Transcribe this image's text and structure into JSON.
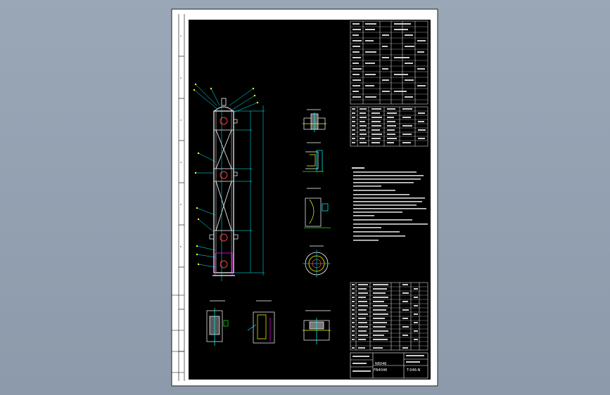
{
  "background": {
    "colors": [
      "#9aa7b7",
      "#8d9aab"
    ]
  },
  "drawing": {
    "paper_color": "#000000",
    "line_colors": {
      "outline": "#ffffff",
      "dimension": "#00ffff",
      "leader": "#ffff00",
      "hatch": "#ff00ff",
      "section": "#ff3b3b",
      "green": "#00ff00"
    }
  },
  "title_block": {
    "drawing_name": "N6046",
    "org_name": "FN4046",
    "drawing_no": "T-046-N"
  },
  "detail_views": [
    {
      "name": "detail-a"
    },
    {
      "name": "detail-b"
    },
    {
      "name": "detail-c"
    },
    {
      "name": "detail-d"
    },
    {
      "name": "detail-e"
    },
    {
      "name": "detail-f"
    },
    {
      "name": "detail-g"
    }
  ]
}
